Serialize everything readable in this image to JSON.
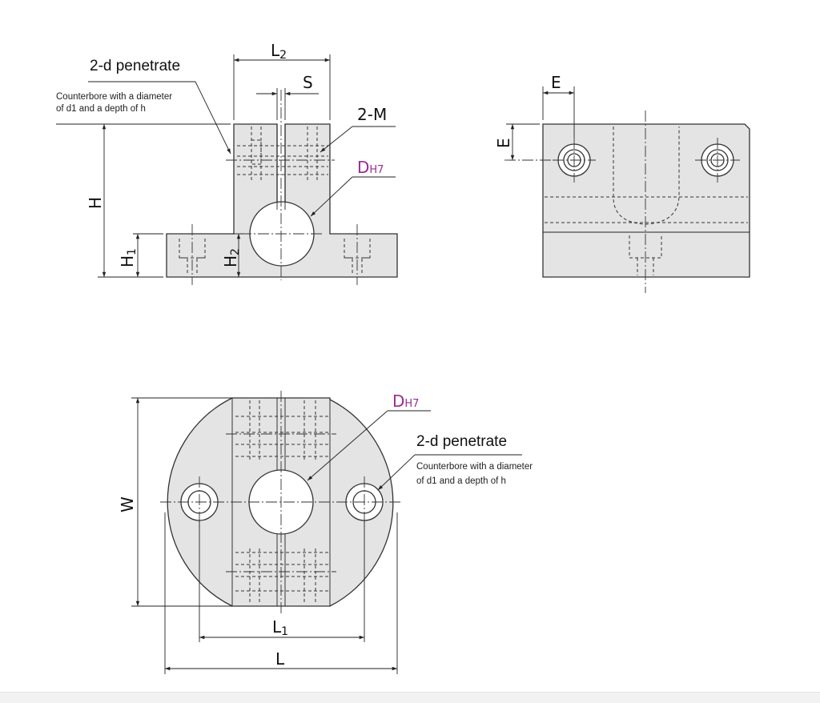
{
  "labels": {
    "L2": "L2",
    "S": "S",
    "M": "2-M",
    "H": "H",
    "H1": "H1",
    "H2": "H2",
    "E_top": "E",
    "E_side": "E",
    "W": "W",
    "L1": "L1",
    "L": "L"
  },
  "notes": {
    "top": {
      "title": "2-d penetrate",
      "line1": "Counterbore with a diameter",
      "line2": "of d1 and a depth of h"
    },
    "bottom": {
      "title": "2-d penetrate",
      "line1": "Counterbore with a diameter",
      "line2": "of d1 and a depth of h"
    }
  },
  "bore": {
    "letter": "D",
    "tolerance": "H7"
  },
  "colors": {
    "tolerance": "#9b2d8f",
    "part_fill": "#e4e4e4",
    "outline": "#333333"
  }
}
